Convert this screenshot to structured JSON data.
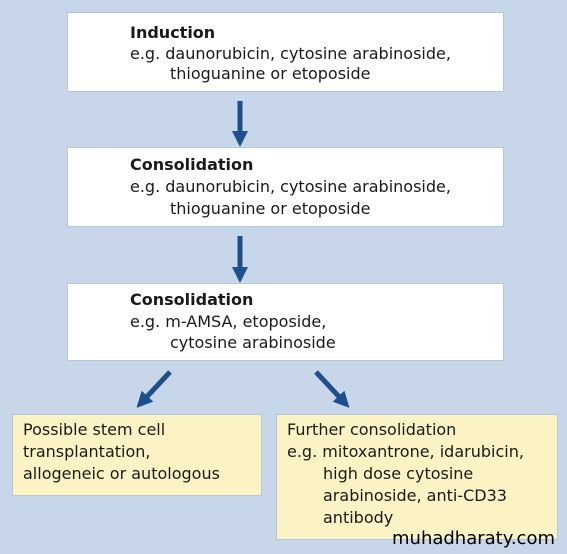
{
  "boxes": {
    "induction": {
      "title": "Induction",
      "line1": "e.g. daunorubicin, cytosine arabinoside,",
      "line2": "thioguanine or etoposide"
    },
    "consolidation1": {
      "title": "Consolidation",
      "line1": "e.g. daunorubicin, cytosine arabinoside,",
      "line2": "thioguanine or etoposide"
    },
    "consolidation2": {
      "title": "Consolidation",
      "line1": "e.g. m-AMSA, etoposide,",
      "line2": "cytosine arabinoside"
    },
    "stem_cell": {
      "line1": "Possible stem cell",
      "line2": "transplantation,",
      "line3": "allogeneic or autologous"
    },
    "further": {
      "line1": "Further consolidation",
      "line2": "e.g. mitoxantrone, idarubicin,",
      "line3": "high dose cytosine",
      "line4": "arabinoside, anti-CD33",
      "line5": "antibody"
    }
  },
  "colors": {
    "background": "#c8d6ea",
    "arrow": "#1d4f8c",
    "box_white": "#ffffff",
    "box_cream": "#fbf3c4"
  },
  "watermark": "muhadharaty.com"
}
